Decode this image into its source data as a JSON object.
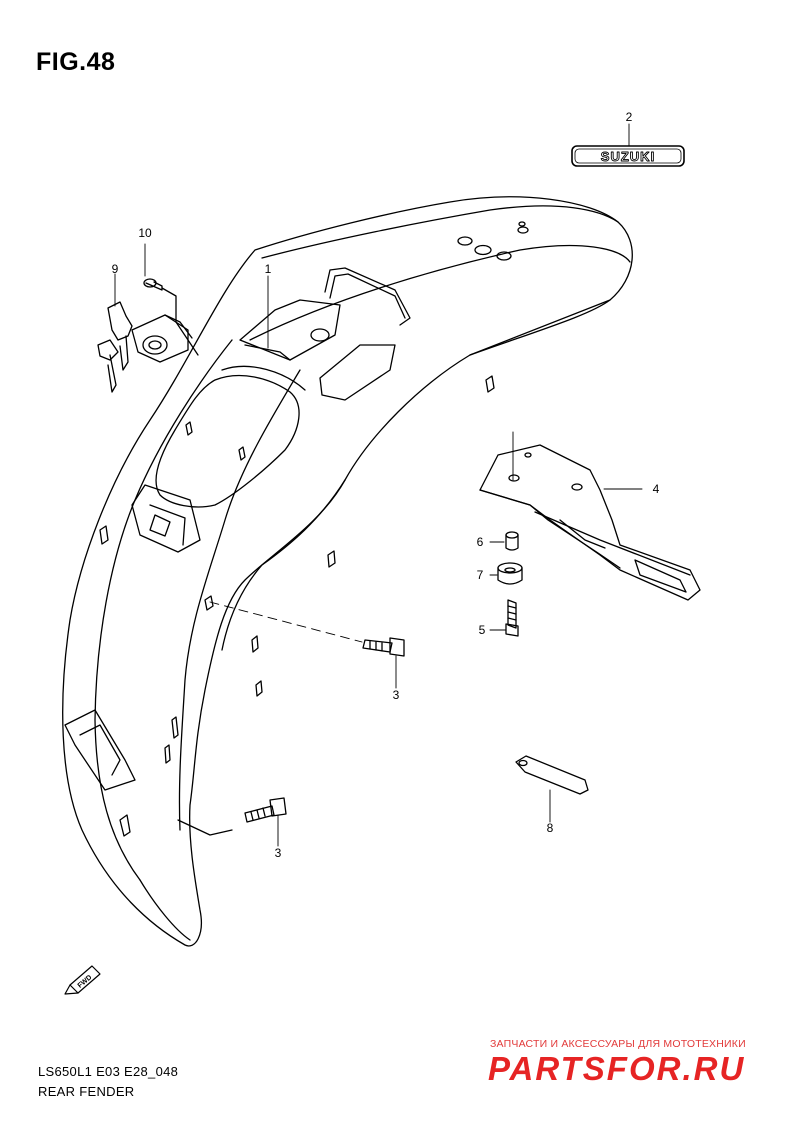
{
  "figure": {
    "title": "FIG.48",
    "model_code": "LS650L1 E03 E28_048",
    "section_name": "REAR FENDER"
  },
  "callouts": [
    {
      "id": "ref-1",
      "label": "1"
    },
    {
      "id": "ref-2",
      "label": "2"
    },
    {
      "id": "ref-3a",
      "label": "3"
    },
    {
      "id": "ref-3b",
      "label": "3"
    },
    {
      "id": "ref-4",
      "label": "4"
    },
    {
      "id": "ref-5",
      "label": "5"
    },
    {
      "id": "ref-6",
      "label": "6"
    },
    {
      "id": "ref-7",
      "label": "7"
    },
    {
      "id": "ref-8",
      "label": "8"
    },
    {
      "id": "ref-9",
      "label": "9"
    },
    {
      "id": "ref-10",
      "label": "10"
    }
  ],
  "emblem": {
    "text": "SUZUKI"
  },
  "direction_marker": {
    "text": "FWD"
  },
  "watermark": {
    "tagline": "ЗАПЧАСТИ И АКСЕССУАРЫ ДЛЯ МОТОТЕХНИКИ",
    "brand": "PARTSFOR.RU"
  }
}
